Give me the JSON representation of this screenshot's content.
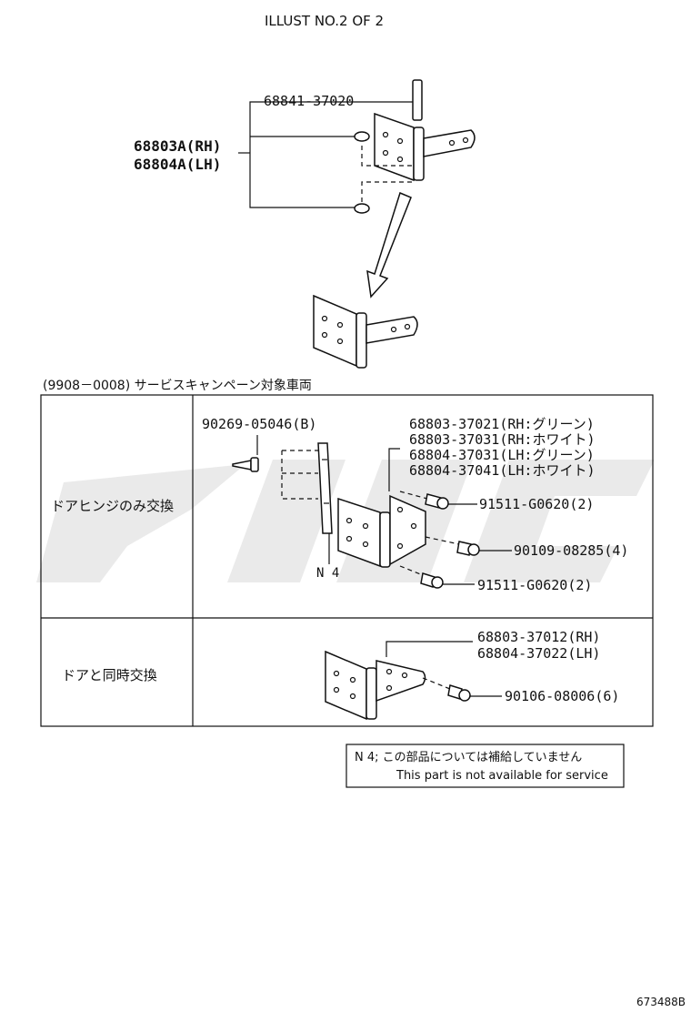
{
  "header": {
    "title": "ILLUST NO.2 OF 2"
  },
  "top_assembly": {
    "pin_part": "68841-37020",
    "assy_rh": "68803A(RH)",
    "assy_lh": "68804A(LH)"
  },
  "campaign_caption": "(9908－0008) サービスキャンペーン対象車両",
  "table": {
    "rows": [
      {
        "label": "ドアヒンジのみ交換",
        "rivet_part": "90269-05046(B)",
        "hinge_parts": [
          "68803-37021(RH:グリーン)",
          "68803-37031(RH:ホワイト)",
          "68804-37031(LH:グリーン)",
          "68804-37041(LH:ホワイト)"
        ],
        "bolt_upper": "91511-G0620(2)",
        "bolt_middle": "90109-08285(4)",
        "bolt_lower": "91511-G0620(2)",
        "note_ref": "N 4"
      },
      {
        "label": "ドアと同時交換",
        "hinge_parts": [
          "68803-37012(RH)",
          "68804-37022(LH)"
        ],
        "bolt": "90106-08006(6)"
      }
    ]
  },
  "note": {
    "jp": "N 4; この部品については補給していません",
    "en": "This part is not available for service"
  },
  "footer": {
    "code": "673488B"
  },
  "colors": {
    "line": "#111111",
    "watermark": "#d9d9d9",
    "background": "#ffffff"
  }
}
